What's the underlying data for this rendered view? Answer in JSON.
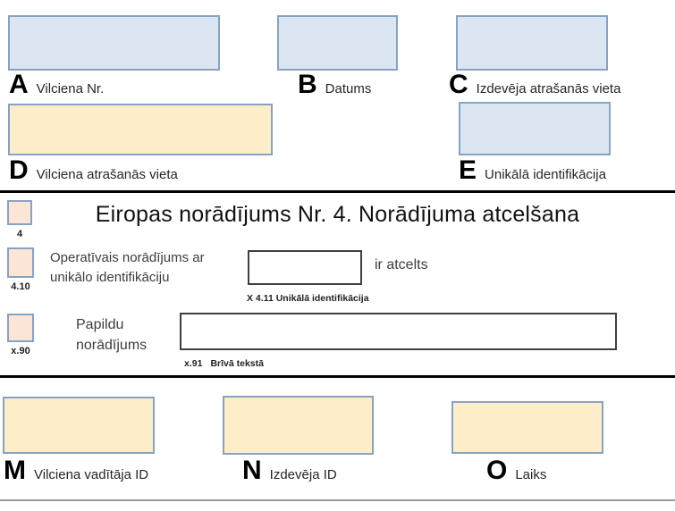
{
  "colors": {
    "blue_fill": "#dce6f2",
    "yellow_fill": "#fdeec9",
    "pink_fill": "#fbe5d6",
    "box_border": "#87a3c4",
    "input_border": "#3f3f3f",
    "separator": "#000000"
  },
  "top_section": {
    "fields": [
      {
        "letter": "A",
        "label": "Vilciena Nr."
      },
      {
        "letter": "B",
        "label": "Datums"
      },
      {
        "letter": "C",
        "label": "Izdevēja atrašanās vieta"
      },
      {
        "letter": "D",
        "label": "Vilciena atrašanās vieta"
      },
      {
        "letter": "E",
        "label": "Unikālā identifikācija"
      }
    ]
  },
  "middle_section": {
    "title": "Eiropas norādījums Nr. 4. Norādījuma atcelšana",
    "section_code": "4",
    "row_cancel": {
      "code": "4.10",
      "label_line1": "Operatīvais norādījums ar",
      "label_line2": "unikālo identifikāciju",
      "input_value": "",
      "suffix": "ir atcelts",
      "caption": "X 4.11 Unikālā identifikācija"
    },
    "row_additional": {
      "code": "x.90",
      "label_line1": "Papildu",
      "label_line2": "norādījums",
      "input_value": "",
      "caption_code": "x.91",
      "caption_text": "Brīvā tekstā"
    }
  },
  "bottom_section": {
    "fields": [
      {
        "letter": "M",
        "label": "Vilciena vadītāja ID"
      },
      {
        "letter": "N",
        "label": "Izdevēja ID"
      },
      {
        "letter": "O",
        "label": "Laiks"
      }
    ]
  }
}
